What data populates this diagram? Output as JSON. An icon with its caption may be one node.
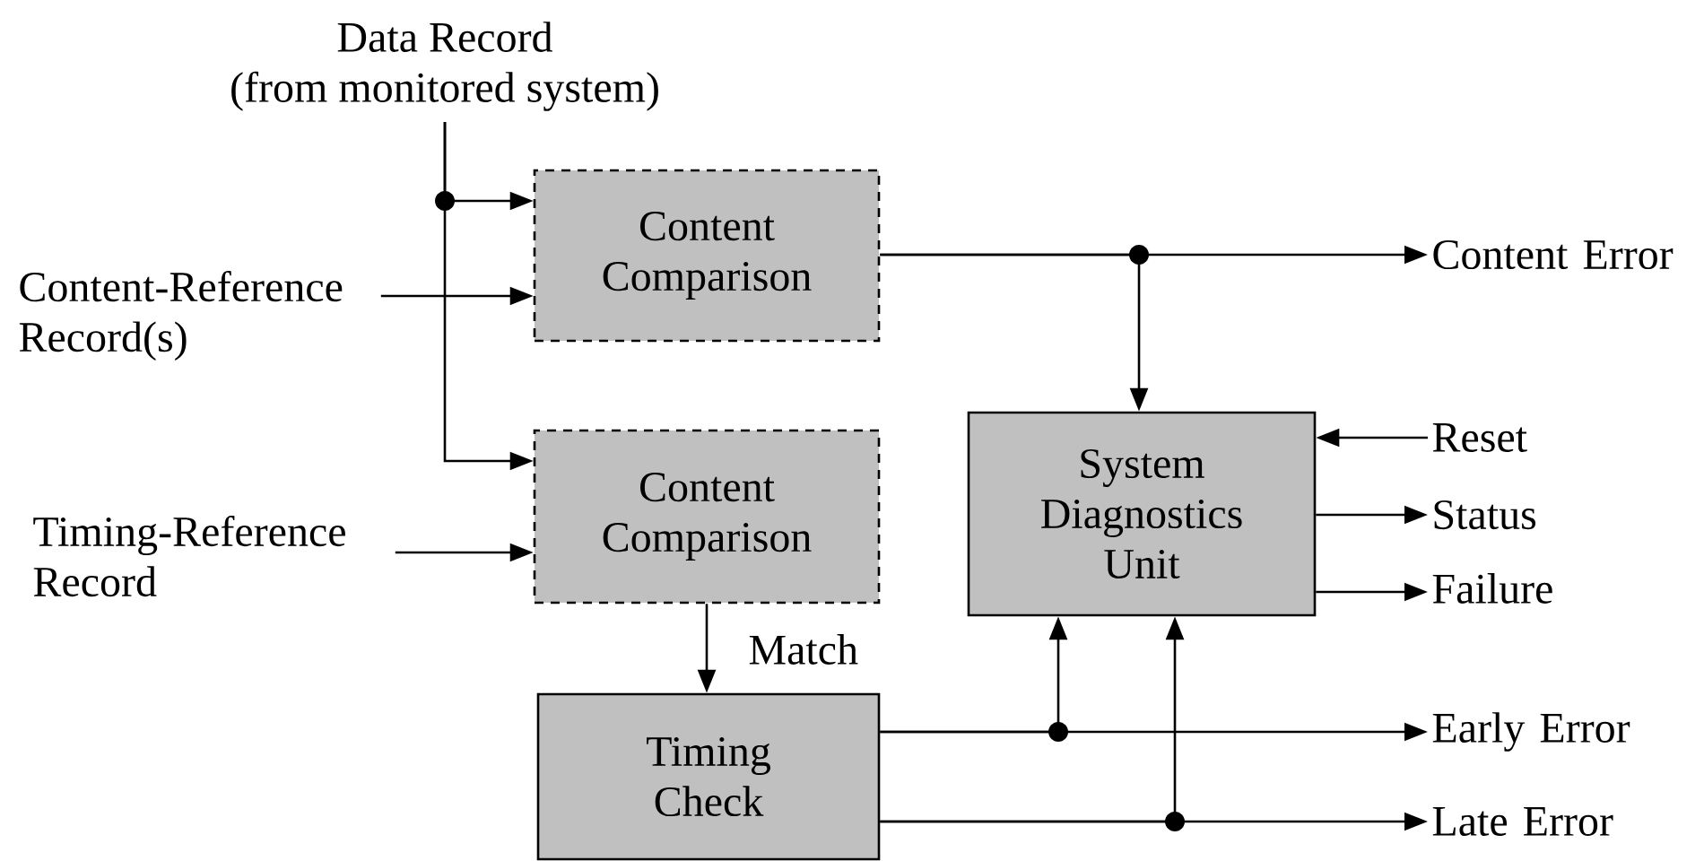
{
  "diagram": {
    "nodes": [
      {
        "text": [
          "Data Record",
          "(from monitored system)"
        ]
      },
      {
        "text": [
          "Content-Reference Record(s)"
        ]
      },
      {
        "text": [
          "Timing-Reference Record"
        ]
      },
      {
        "text": [
          "Content Comparison"
        ]
      },
      {
        "text": [
          "Content Comparison"
        ]
      },
      {
        "text": [
          "Timing Check"
        ]
      },
      {
        "text": [
          "System Diagnostics Unit"
        ]
      },
      {
        "text": [
          "Content Error"
        ]
      },
      {
        "text": [
          "Reset"
        ]
      },
      {
        "text": [
          "Status"
        ]
      },
      {
        "text": [
          "Failure"
        ]
      },
      {
        "text": [
          "Early Error"
        ]
      },
      {
        "text": [
          "Late Error"
        ]
      }
    ],
    "edges": [
      {
        "from": 0,
        "to": 3,
        "arrow": "to"
      },
      {
        "from": 0,
        "to": 4,
        "arrow": "to"
      },
      {
        "from": 1,
        "to": 3,
        "arrow": "to"
      },
      {
        "from": 2,
        "to": 4,
        "arrow": "to"
      },
      {
        "from": 4,
        "to": 5,
        "arrow": "to",
        "label": "Match"
      },
      {
        "from": 3,
        "to": 7,
        "arrow": "to"
      },
      {
        "from": 3,
        "to": 6,
        "arrow": "to"
      },
      {
        "from": 8,
        "to": 6,
        "arrow": "to"
      },
      {
        "from": 6,
        "to": 9,
        "arrow": "to"
      },
      {
        "from": 6,
        "to": 10,
        "arrow": "to"
      },
      {
        "from": 5,
        "to": 11,
        "arrow": "to"
      },
      {
        "from": 5,
        "to": 6,
        "arrow": "to"
      },
      {
        "from": 5,
        "to": 12,
        "arrow": "to"
      },
      {
        "from": 5,
        "to": 6,
        "arrow": "to"
      }
    ]
  }
}
